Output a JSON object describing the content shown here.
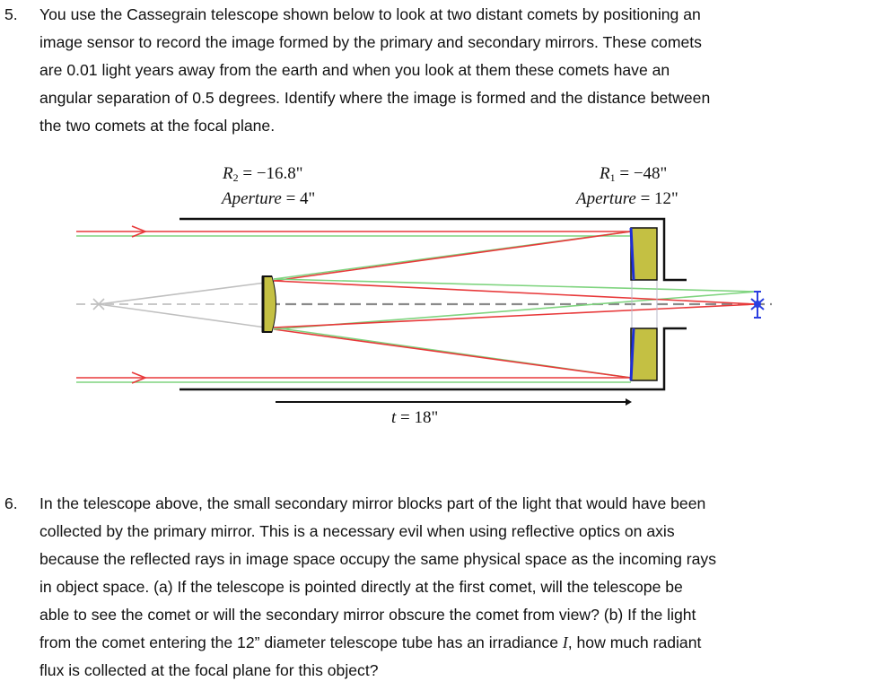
{
  "questions": [
    {
      "number": "5.",
      "lines": [
        "You use the Cassegrain telescope shown below to look at two distant comets by positioning an",
        "image sensor to record the image formed by the primary and secondary mirrors. These comets",
        "are 0.01 light years away from the earth and when you look at them these comets have an",
        "angular separation of 0.5 degrees. Identify where the image is formed and the distance between",
        "the two comets at the focal plane."
      ]
    },
    {
      "number": "6.",
      "lines": [
        "In the telescope above, the small secondary mirror blocks part of the light that would have been",
        "collected by the primary mirror. This is a necessary evil when using reflective optics on axis",
        "because the reflected rays in image space occupy the same physical space as the incoming rays",
        "in object space. (a) If the telescope is pointed directly at the first comet, will the telescope be",
        "able to see the comet or will the secondary mirror obscure the comet from view? (b) If the light",
        "from the comet entering the 12” diameter telescope tube has an irradiance ",
        "I",
        ", how much radiant",
        "flux is collected at the focal plane for this object?"
      ]
    }
  ],
  "diagram": {
    "secondary": {
      "radius_symbol": "R",
      "radius_subscript": "2",
      "radius_value": "= −16.8\"",
      "aperture_label": "Aperture",
      "aperture_value": "= 4\""
    },
    "primary": {
      "radius_symbol": "R",
      "radius_subscript": "1",
      "radius_value": "= −48\"",
      "aperture_label": "Aperture",
      "aperture_value": "= 12\""
    },
    "separation": {
      "symbol": "t",
      "value": "= 18\""
    },
    "colors": {
      "ray_red": "#e8393a",
      "ray_green": "#7fd47f",
      "mirror_fill": "#c4c043",
      "mirror_reflective_edge": "#1f2fd6",
      "tube": "#111111",
      "axis": "#8a8a8a",
      "sensor": "#2b3fe0"
    }
  }
}
